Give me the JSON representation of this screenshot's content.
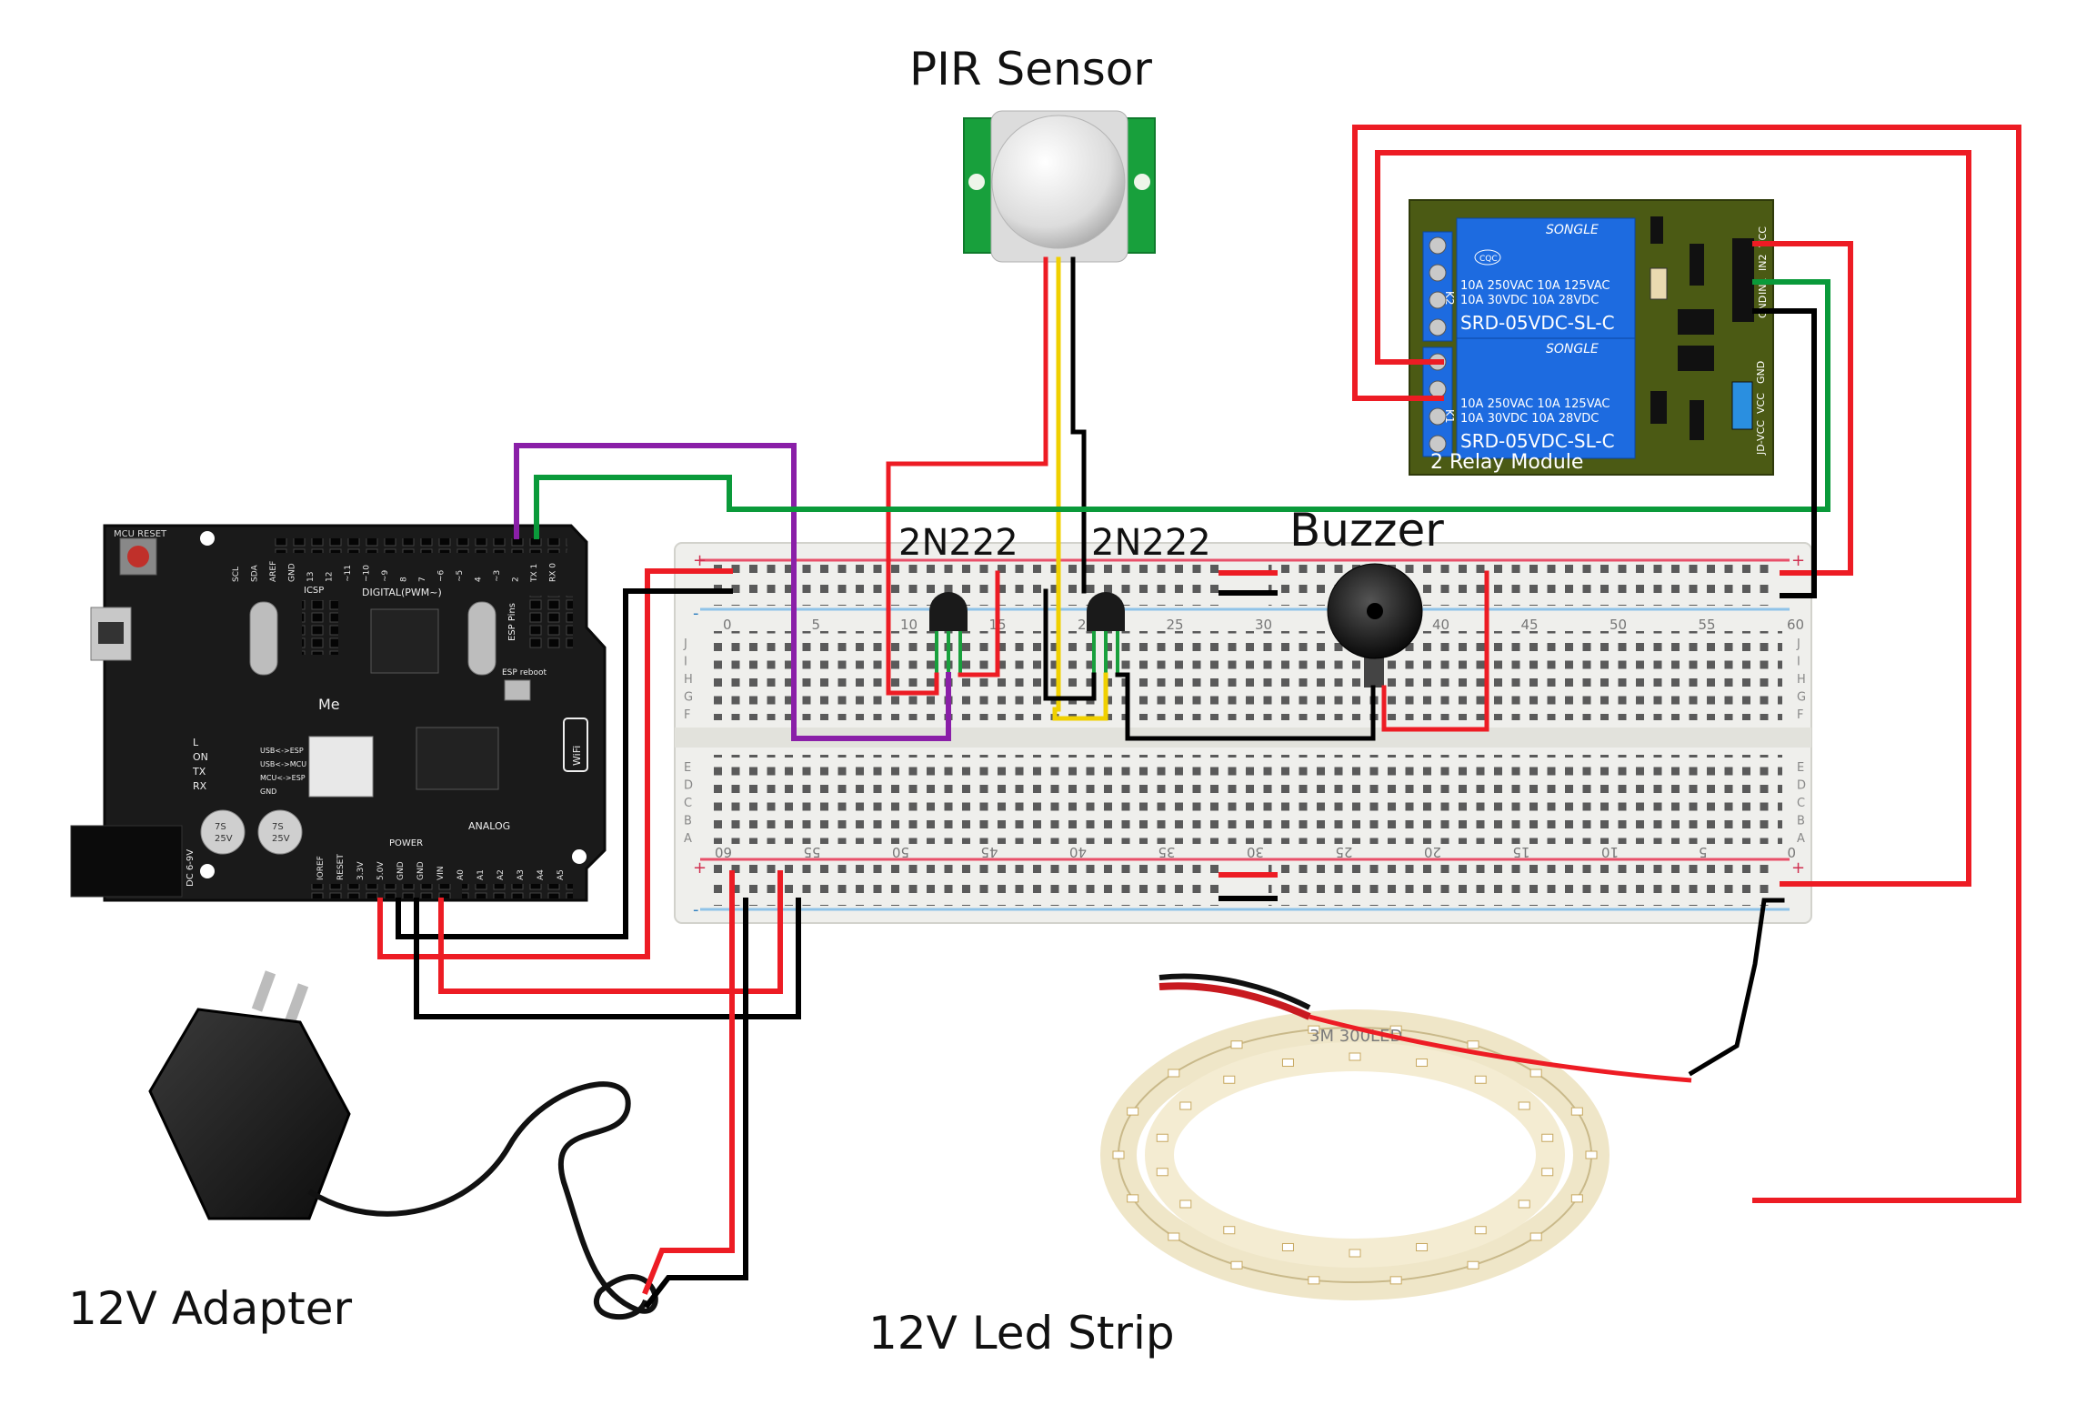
{
  "labels": {
    "pir": "PIR Sensor",
    "buzzer": "Buzzer",
    "transistor_1": "2N222",
    "transistor_2": "2N222",
    "adapter": "12V Adapter",
    "led_strip": "12V Led Strip"
  },
  "arduino": {
    "mcu_reset": "MCU RESET",
    "digital": "DIGITAL(PWM~)",
    "icsp": "ICSP",
    "esp_pins": "ESP Pins",
    "esp_reboot": "ESP reboot",
    "power": "POWER",
    "analog": "ANALOG",
    "top_pins": [
      "SCL",
      "SDA",
      "AREF",
      "GND",
      "13",
      "12",
      "~11",
      "~10",
      "~9",
      "8",
      "7",
      "~6",
      "~5",
      "4",
      "~3",
      "2",
      "TX 1",
      "RX 0"
    ],
    "bottom_pins": [
      "IOREF",
      "RESET",
      "3.3V",
      "5.0V",
      "GND",
      "GND",
      "VIN",
      "A0",
      "A1",
      "A2",
      "A3",
      "A4",
      "A5"
    ],
    "left_labels": [
      "L",
      "ON",
      "TX",
      "RX"
    ],
    "switch_labels": [
      "USB<->ESP",
      "USB<->MCU",
      "MCU<->ESP",
      "GND"
    ],
    "cap_labels": [
      "7S",
      "25V",
      "7S",
      "25V"
    ],
    "jack": "DC 6-9V",
    "wifi": "WiFi",
    "brand": "Me"
  },
  "relay": {
    "brand": "SONGLE",
    "cert": "CQC",
    "rating_1": "10A 250VAC  10A 125VAC",
    "rating_2": "10A  30VDC  10A  28VDC",
    "model": "SRD-05VDC-SL-C",
    "title": "2 Relay Module",
    "k1": "K1",
    "k2": "K2",
    "header_labels": [
      "GND",
      "IN1",
      "IN2",
      "VCC"
    ],
    "jd_labels": [
      "JD-VCC",
      "VCC",
      "GND"
    ]
  },
  "breadboard": {
    "top_numbers": [
      "0",
      "5",
      "10",
      "15",
      "20",
      "25",
      "30",
      "35",
      "40",
      "45",
      "50",
      "55",
      "60"
    ],
    "bottom_numbers": [
      "60",
      "55",
      "50",
      "45",
      "40",
      "35",
      "30",
      "25",
      "20",
      "15",
      "10",
      "5",
      "0"
    ],
    "row_letters_top": [
      "J",
      "I",
      "H",
      "G",
      "F"
    ],
    "row_letters_bottom": [
      "E",
      "D",
      "C",
      "B",
      "A"
    ],
    "plus": "+",
    "minus": "-"
  },
  "led_strip_tape": "3M 300LED",
  "colors": {
    "red": "#ed1c24",
    "black": "#000000",
    "green": "#0a9a3a",
    "purple": "#8a1fa8",
    "yellow": "#f0d000",
    "orange": "#e05a10",
    "relay_board": "#4b5a14",
    "relay_blue": "#1d6be0",
    "arduino": "#1a1a1a",
    "breadboard": "#efefec",
    "pir_green": "#18a03c"
  }
}
